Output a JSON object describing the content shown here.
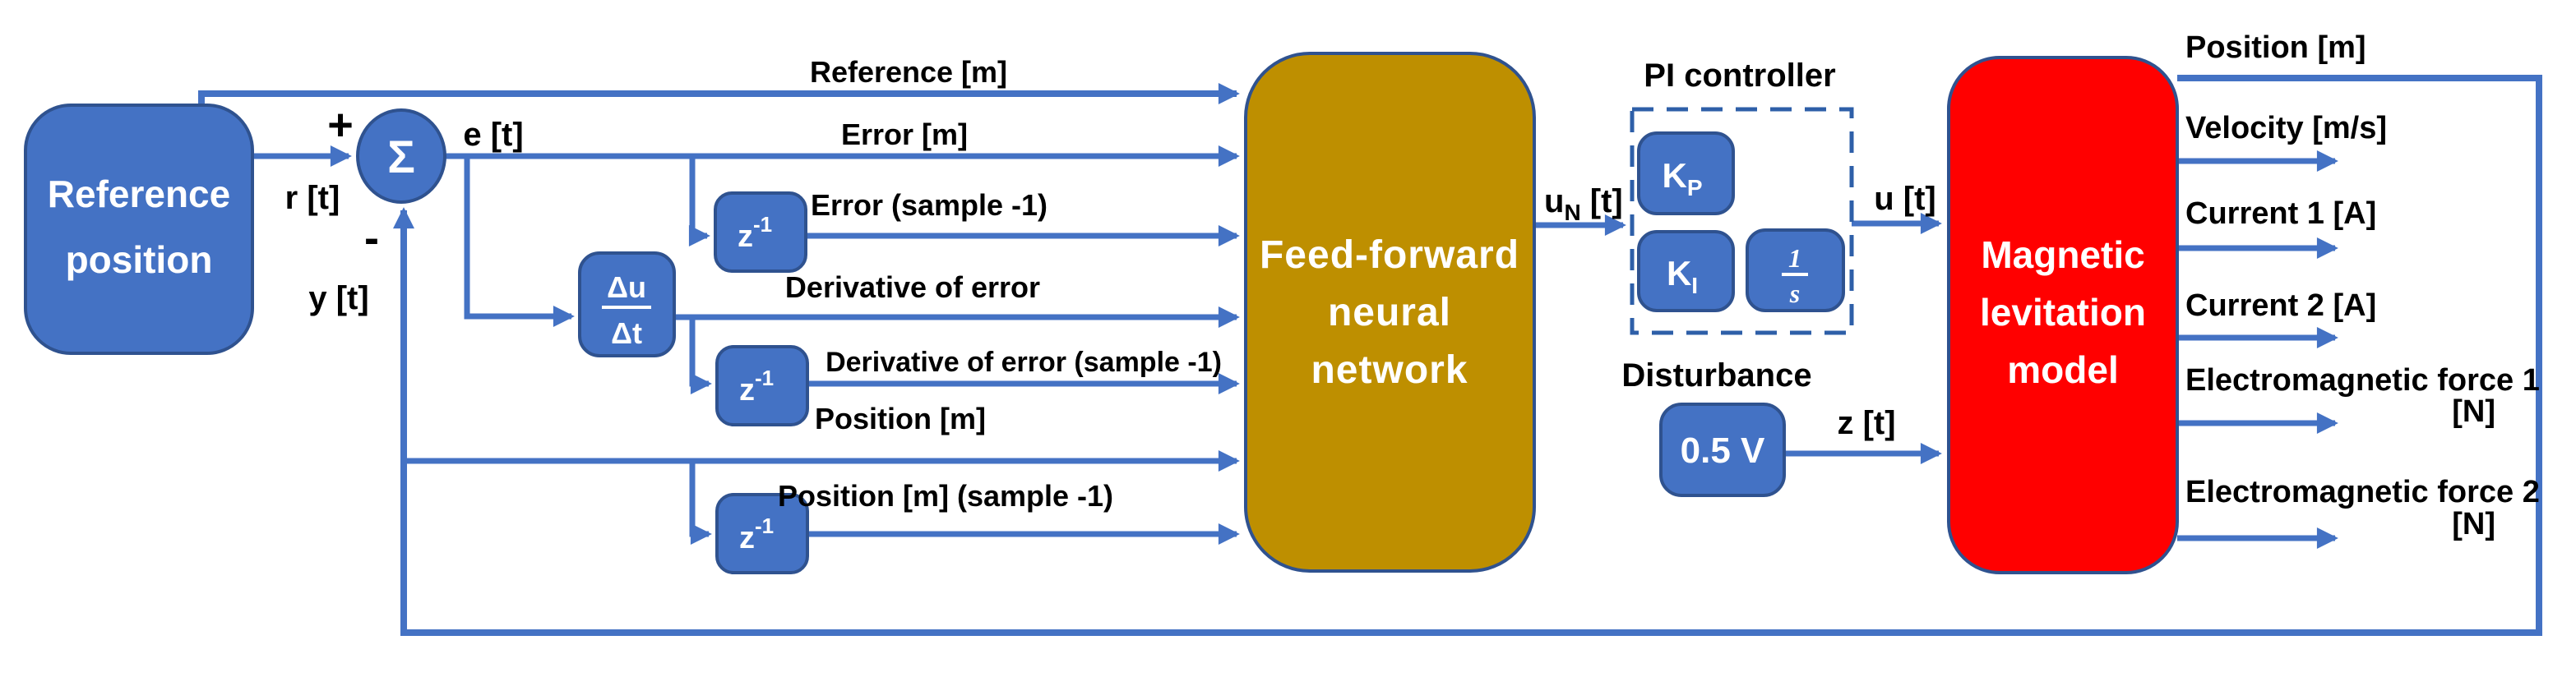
{
  "colors": {
    "block_blue": "#4472C4",
    "block_border": "#2F528F",
    "nn_gold": "#BE8F00",
    "plant_red": "#FF0000",
    "wire_blue": "#4472C4",
    "label_black": "#000000"
  },
  "blocks": {
    "reference": {
      "line1": "Reference",
      "line2": "position"
    },
    "sum": {
      "symbol": "Σ",
      "plus": "+",
      "minus": "-"
    },
    "derivative": {
      "num": "Δu",
      "den": "Δt"
    },
    "delay": {
      "base": "z",
      "sup": "-1"
    },
    "nn": {
      "line1": "Feed-forward",
      "line2": "neural",
      "line3": "network"
    },
    "pi": {
      "title": "PI controller",
      "kp_base": "K",
      "kp_sub": "P",
      "ki_base": "K",
      "ki_sub": "I",
      "int_num": "1",
      "int_den": "s"
    },
    "disturbance": {
      "label": "Disturbance",
      "value": "0.5 V"
    },
    "plant": {
      "line1": "Magnetic",
      "line2": "levitation",
      "line3": "model"
    }
  },
  "signals": {
    "r": "r [t]",
    "e": "e [t]",
    "y": "y [t]",
    "u": "u [t]",
    "z": "z [t]",
    "un_base": "u",
    "un_sub": "N",
    "un_rest": " [t]"
  },
  "nn_inputs": [
    "Reference [m]",
    "Error [m]",
    "Error (sample -1)",
    "Derivative of error",
    "Derivative of error (sample -1)",
    "Position [m]",
    "Position [m] (sample -1)"
  ],
  "outputs": {
    "position": "Position [m]",
    "velocity": "Velocity [m/s]",
    "current1": "Current 1 [A]",
    "current2": "Current 2 [A]",
    "emf1": "Electromagnetic force 1",
    "emf1_unit": "[N]",
    "emf2": "Electromagnetic force 2",
    "emf2_unit": "[N]"
  }
}
